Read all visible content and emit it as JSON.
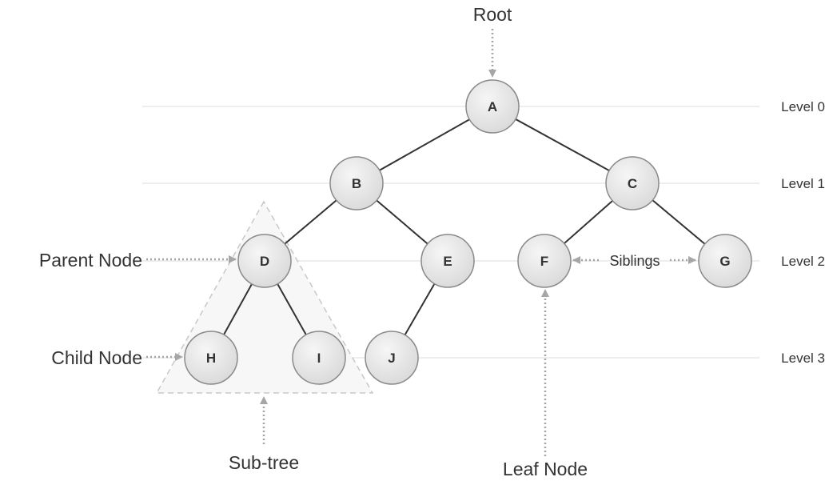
{
  "callouts": {
    "root": "Root",
    "parent_node": "Parent Node",
    "child_node": "Child Node",
    "sub_tree": "Sub-tree",
    "leaf_node": "Leaf Node",
    "siblings": "Siblings"
  },
  "levels": [
    "Level 0",
    "Level 1",
    "Level 2",
    "Level 3"
  ],
  "nodes": {
    "A": "A",
    "B": "B",
    "C": "C",
    "D": "D",
    "E": "E",
    "F": "F",
    "G": "G",
    "H": "H",
    "I": "I",
    "J": "J"
  },
  "edges": [
    [
      "A",
      "B"
    ],
    [
      "A",
      "C"
    ],
    [
      "B",
      "D"
    ],
    [
      "B",
      "E"
    ],
    [
      "C",
      "F"
    ],
    [
      "C",
      "G"
    ],
    [
      "D",
      "H"
    ],
    [
      "D",
      "I"
    ],
    [
      "E",
      "J"
    ]
  ],
  "colors": {
    "node_fill": "#e6e6e6",
    "node_stroke": "#8a8a8a",
    "edge": "#333333",
    "guide_line": "#e8e8e8",
    "arrow": "#a6a6a6",
    "subtree_fill": "#f7f7f7",
    "subtree_stroke": "#c8c8c8",
    "text": "#333333"
  }
}
